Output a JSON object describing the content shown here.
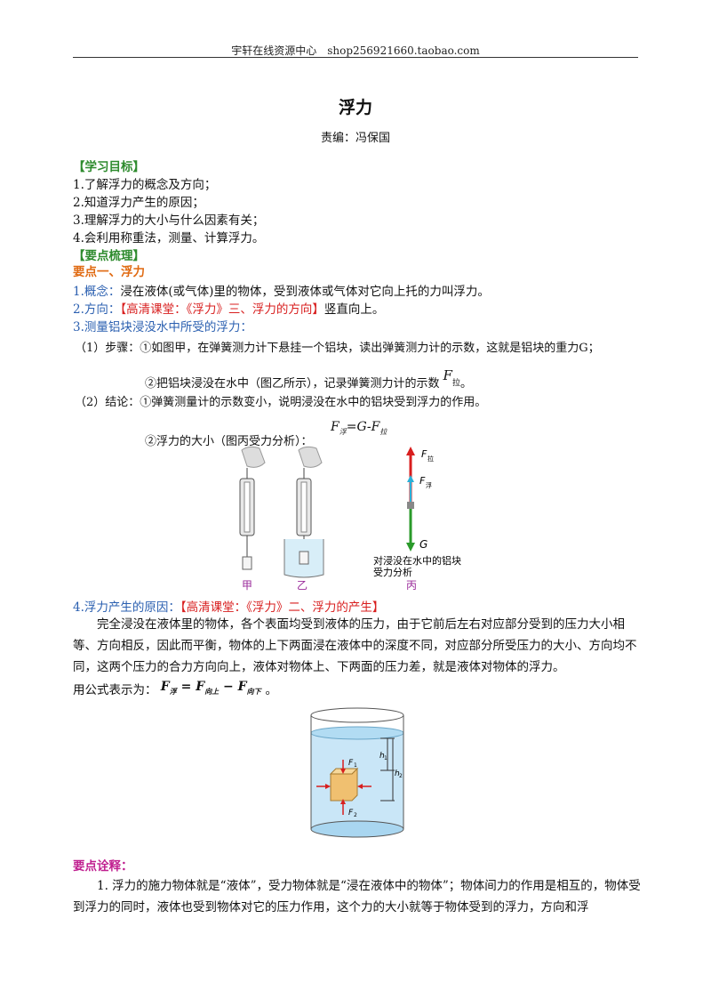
{
  "header": "宇轩在线资源中心　shop256921660.taobao.com",
  "title": "浮力",
  "editor": "责编：冯保国",
  "goals": {
    "heading": "【学习目标】",
    "items": [
      "1.了解浮力的概念及方向；",
      "2.知道浮力产生的原因；",
      "3.理解浮力的大小与什么因素有关；",
      "4.会利用称重法，测量、计算浮力。"
    ]
  },
  "points_heading": "【要点梳理】",
  "point1_heading": "要点一、浮力",
  "concept": {
    "label": "1.概念：",
    "text": "浸在液体(或气体)里的物体，受到液体或气体对它向上托的力叫浮力。"
  },
  "direction": {
    "label": "2.方向：",
    "link": "【高清课堂：《浮力》三、浮力的方向】",
    "text": "竖直向上。"
  },
  "measure_heading": "3.测量铝块浸没水中所受的浮力：",
  "steps": {
    "s1": "（1）步骤：①如图甲，在弹簧测力计下悬挂一个铝块，读出弹簧测力计的示数，这就是铝块的重力G；",
    "s2": "②把铝块浸没在水中（图乙所示），记录弹簧测力计的示数",
    "s2_symbol": "F",
    "s2_sub": "拉",
    "s2_end": "。",
    "c1": "（2）结论：①弹簧测量计的示数变小，说明浸没在水中的铝块受到浮力的作用。",
    "c2": "②浮力的大小（图丙受力分析）：",
    "c2_formula": {
      "f1": "F",
      "s1": "浮",
      "mid": "=G-F",
      "s2": "拉"
    }
  },
  "figure1": {
    "labels": {
      "jia": "甲",
      "yi": "乙",
      "bing": "丙"
    },
    "force_labels": {
      "pull": "F",
      "pull_sub": "拉",
      "buoy": "F",
      "buoy_sub": "浮",
      "gravity": "G"
    },
    "caption": [
      "对浸没在水中的铝块",
      "受力分析"
    ]
  },
  "cause": {
    "label": "4.浮力产生的原因：",
    "link": "【高清课堂：《浮力》二、浮力的产生】"
  },
  "cause_paragraph": "完全浸没在液体里的物体，各个表面均受到液体的压力，由于它前后左右对应部分受到的压力大小相等、方向相反，因此而平衡，物体的上下两面浸在液体中的深度不同，对应部分所受压力的大小、方向均不同，这两个压力的合力方向向上，液体对物体上、下两面的压力差，就是液体对物体的浮力。",
  "formula_line": {
    "prefix": "用公式表示为：",
    "f": "F",
    "s_buoy": "浮",
    "s_up": "向上",
    "s_down": "向下",
    "end": "。"
  },
  "figure2": {
    "h1": "h",
    "h1_sub": "1",
    "h2": "h",
    "h2_sub": "2",
    "f1": "F",
    "f1_sub": "1",
    "f2": "F",
    "f2_sub": "2"
  },
  "notes_heading": "要点诠释：",
  "notes_paragraph": "1. 浮力的施力物体就是“液体”，受力物体就是“浸在液体中的物体”；物体间力的作用是相互的，物体受到浮力的同时，液体也受到物体对它的压力作用，这个力的大小就等于物体受到的浮力，方向和浮",
  "colors": {
    "green": "#2e8b2e",
    "orange": "#e06a12",
    "blue": "#2a5fb0",
    "red": "#d81e1e",
    "purple": "#9a2a9a"
  }
}
